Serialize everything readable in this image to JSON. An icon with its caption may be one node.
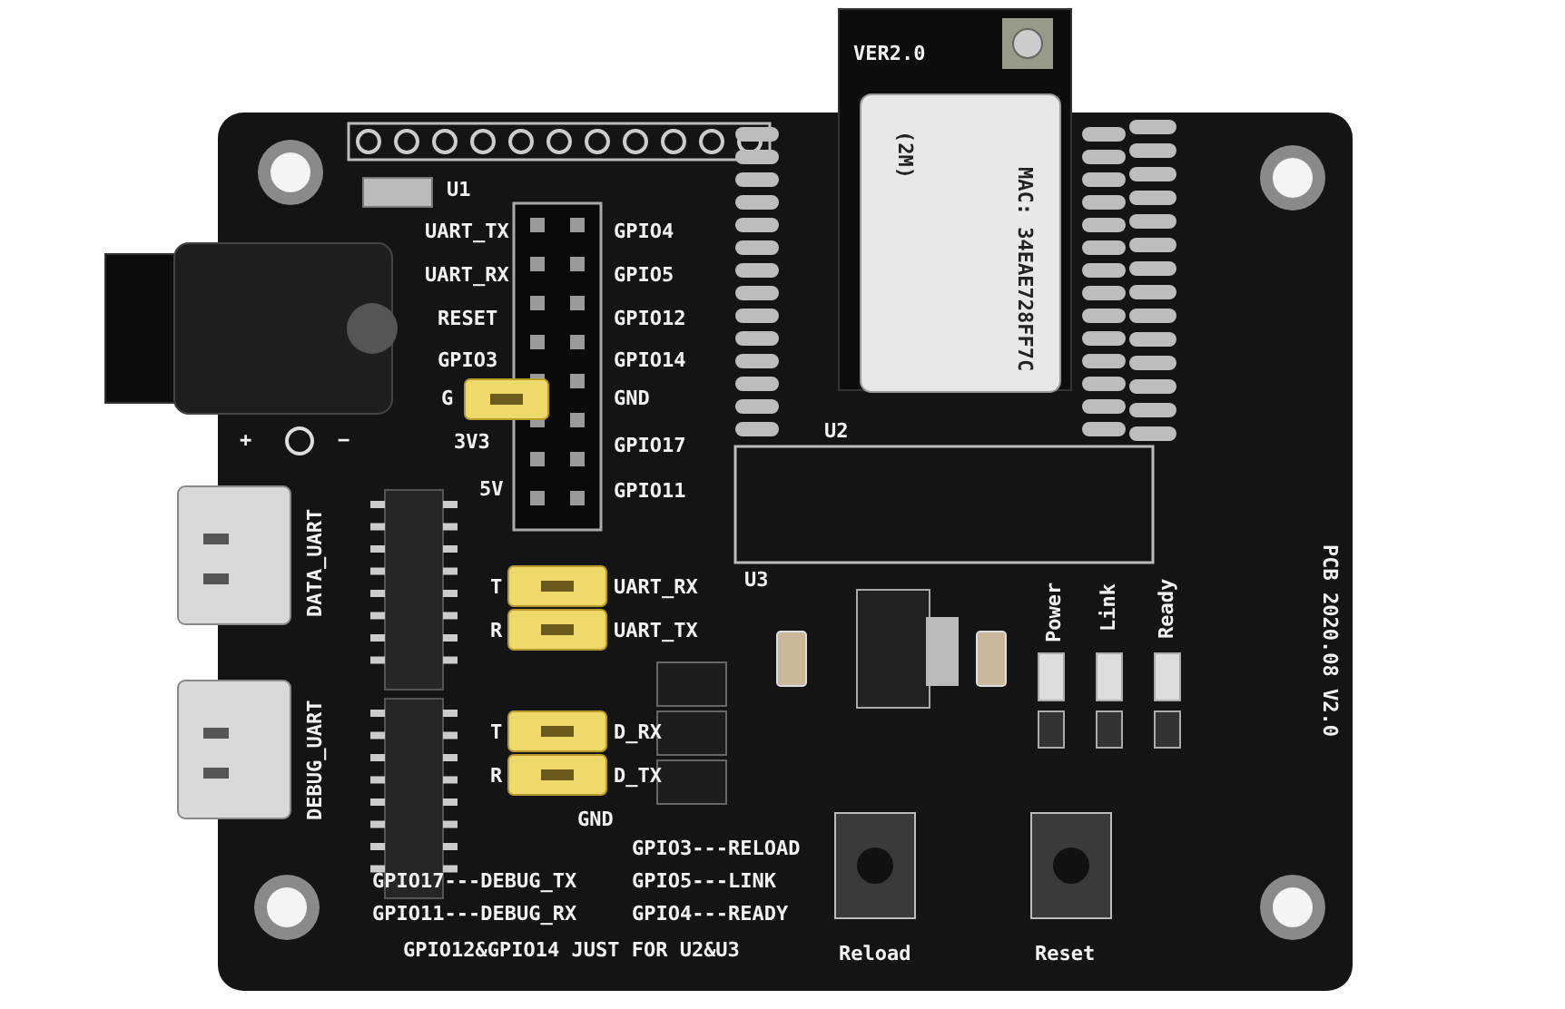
{
  "diagram": {
    "labels": [
      "VER2.0",
      "(2M)",
      "MAC: 34EAE728FF7C",
      "U1",
      "UART_TX",
      "GPIO4",
      "UART_RX",
      "GPIO5",
      "RESET",
      "GPIO12",
      "GPIO3",
      "GPIO14",
      "G",
      "GND",
      "3V3",
      "GPIO17",
      "+",
      "−",
      "5V",
      "GPIO11",
      "U2",
      "PCB 2020.08 V2.0",
      "DATA_UART",
      "T",
      "UART_RX",
      "R",
      "UART_TX",
      "U3",
      "Power",
      "Link",
      "Ready",
      "T",
      "D_RX",
      "R",
      "D_TX",
      "DEBUG_UART",
      "GND",
      "GPIO3---RELOAD",
      "GPIO5---LINK",
      "GPIO4---READY",
      "GPIO17---DEBUG_TX",
      "GPIO11---DEBUG_RX",
      "GPIO12&GPIO14 JUST FOR U2&U3",
      "Reload",
      "Reset"
    ]
  }
}
